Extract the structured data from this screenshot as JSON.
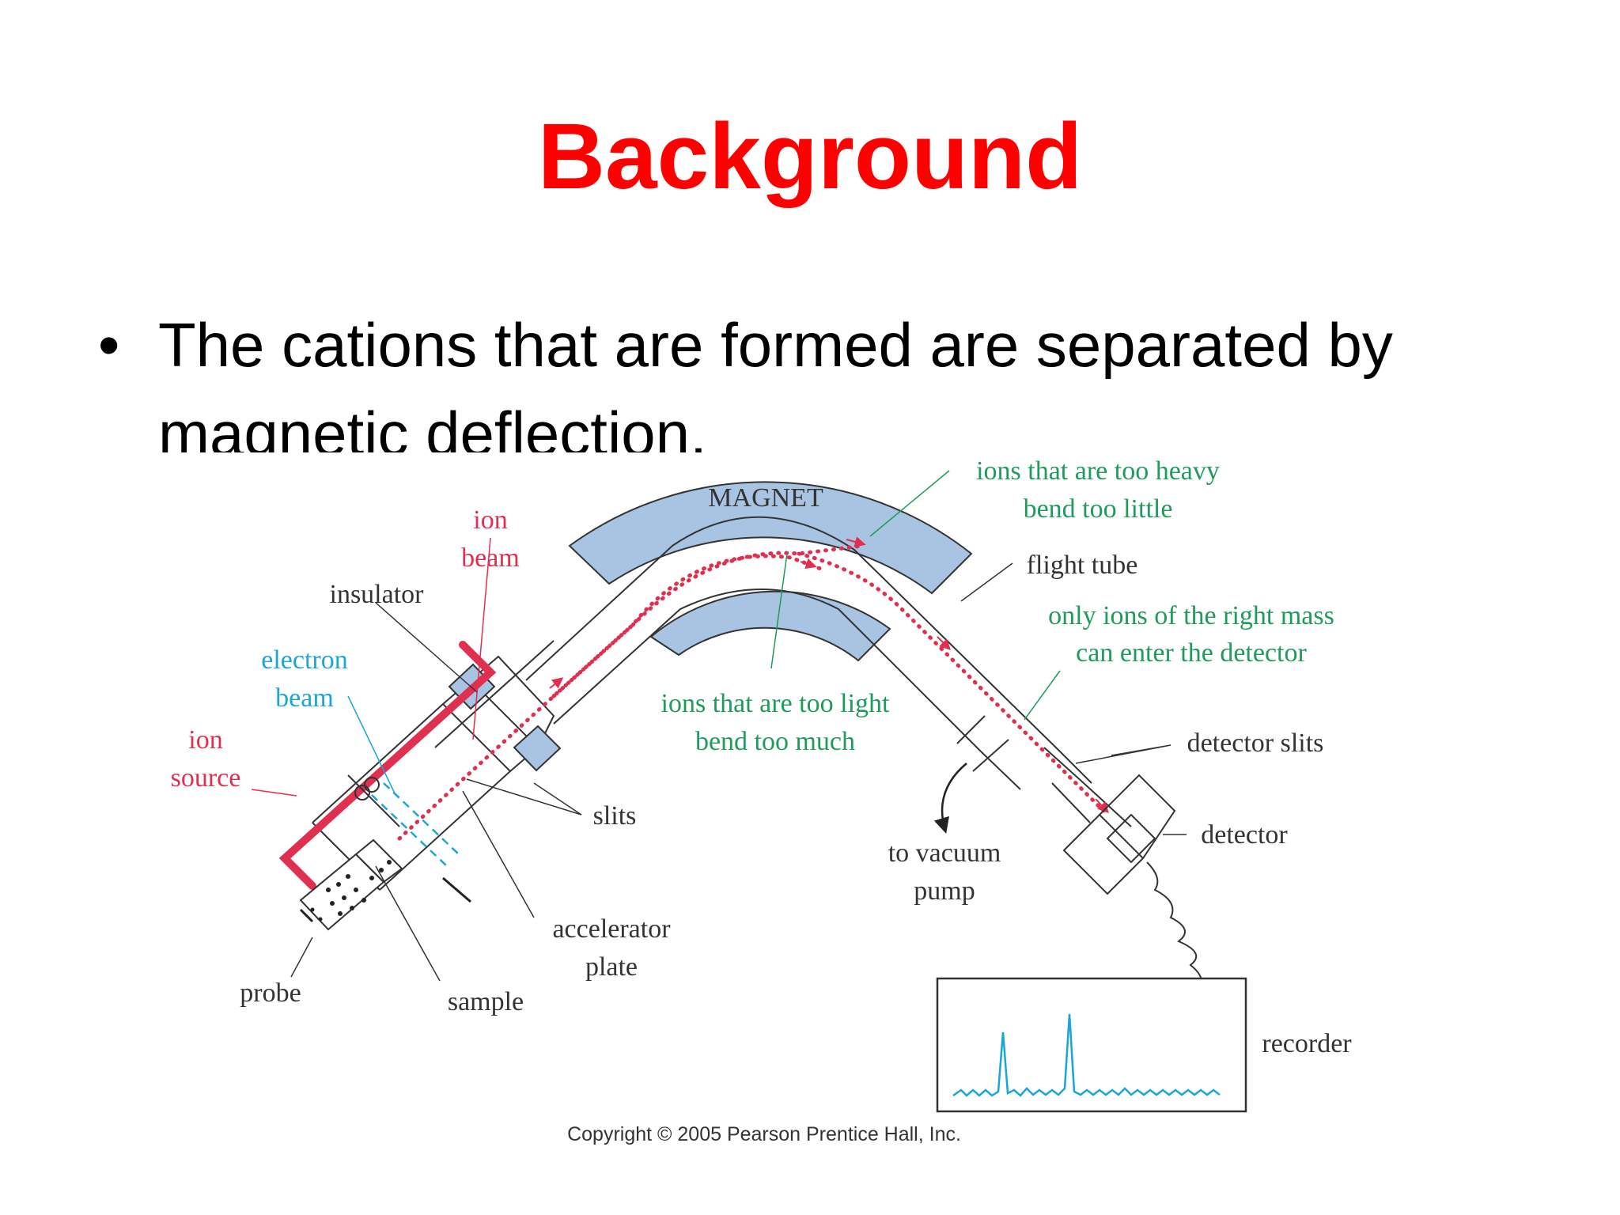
{
  "slide": {
    "title": "Background",
    "bullet": "The cations that are formed are separated by magnetic deflection."
  },
  "diagram": {
    "labels": {
      "magnet": "MAGNET",
      "ion_beam_1": "ion",
      "ion_beam_2": "beam",
      "insulator": "insulator",
      "electron_beam_1": "electron",
      "electron_beam_2": "beam",
      "ion_source_1": "ion",
      "ion_source_2": "source",
      "slits": "slits",
      "accelerator_plate_1": "accelerator",
      "accelerator_plate_2": "plate",
      "probe": "probe",
      "sample": "sample",
      "too_heavy_1": "ions that are too heavy",
      "too_heavy_2": "bend too little",
      "flight_tube": "flight tube",
      "right_mass_1": "only ions of the right mass",
      "right_mass_2": "can enter the detector",
      "too_light_1": "ions that are too light",
      "too_light_2": "bend too much",
      "detector_slits": "detector slits",
      "detector": "detector",
      "vacuum_1": "to vacuum",
      "vacuum_2": "pump",
      "recorder": "recorder"
    },
    "copyright": "Copyright © 2005 Pearson Prentice Hall, Inc."
  },
  "colors": {
    "title": "#ff0000",
    "ion_red": "#e03050",
    "electron_cyan": "#1aa6d6",
    "annotation_green": "#1f9b5b",
    "magnet_fill": "#a9c4e2",
    "outline": "#333333"
  }
}
